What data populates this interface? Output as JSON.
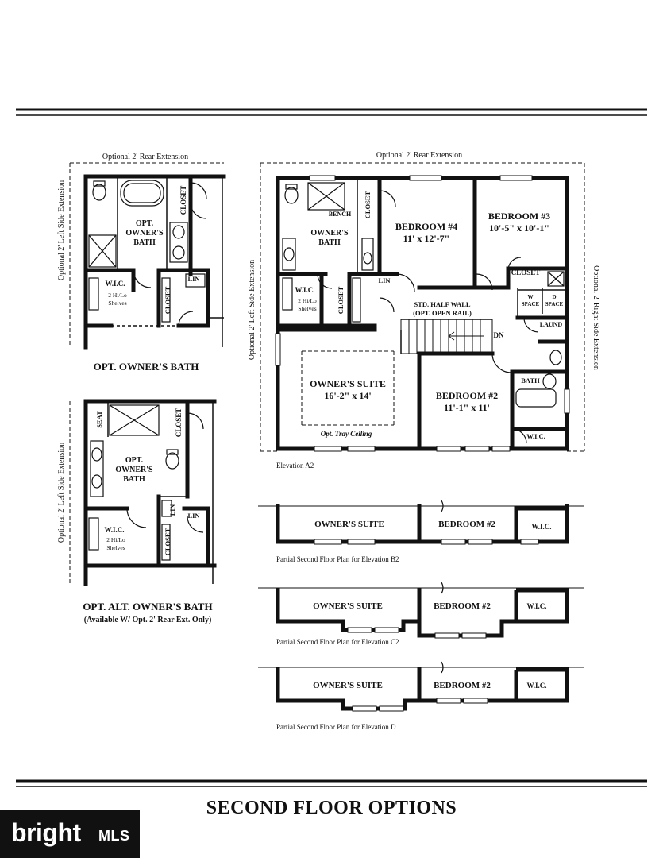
{
  "page_title": "SECOND FLOOR OPTIONS",
  "logo": {
    "brand": "bright",
    "suffix": "MLS"
  },
  "owners_bath": {
    "caption": "OPT. OWNER'S BATH",
    "rear_ext": "Optional 2' Rear Extension",
    "side_ext": "Optional 2' Left Side Extension",
    "bath_label": [
      "OPT.",
      "OWNER'S",
      "BATH"
    ],
    "closet": "CLOSET",
    "wic": "W.I.C.",
    "shelves": [
      "2 Hi/Lo",
      "Shelves"
    ],
    "lin": "LIN"
  },
  "alt_owners_bath": {
    "caption": "OPT. ALT. OWNER'S BATH",
    "note": "(Available W/ Opt. 2' Rear Ext. Only)",
    "side_ext": "Optional 2' Left Side Extension",
    "seat": "SEAT",
    "bath_label": [
      "OPT.",
      "OWNER'S",
      "BATH"
    ],
    "closet": "CLOSET",
    "wic": "W.I.C.",
    "shelves": [
      "2 Hi/Lo",
      "Shelves"
    ],
    "lin": "LIN"
  },
  "main_plan": {
    "rear_ext": "Optional 2' Rear Extension",
    "left_ext": "Optional 2' Left Side Extension",
    "right_ext": "Optional 2' Right Side Extension",
    "bench": "BENCH",
    "closet": "CLOSET",
    "owners_bath": [
      "OWNER'S",
      "BATH"
    ],
    "bedroom4": {
      "name": "BEDROOM #4",
      "size": "11' x 12'-7\""
    },
    "bedroom3": {
      "name": "BEDROOM #3",
      "size": "10'-5\" x 10'-1\""
    },
    "wic": "W.I.C.",
    "shelves": [
      "2 Hi/Lo",
      "Shelves"
    ],
    "lin": "LIN",
    "half_wall": [
      "STD. HALF WALL",
      "(OPT. OPEN RAIL)"
    ],
    "dn": "DN",
    "w_space": [
      "W",
      "SPACE"
    ],
    "d_space": [
      "D",
      "SPACE"
    ],
    "laund": "LAUND",
    "bath": "BATH",
    "owners_suite": {
      "name": "OWNER'S SUITE",
      "size": "16'-2\" x 14'",
      "note": "Opt. Tray Ceiling"
    },
    "bedroom2": {
      "name": "BEDROOM #2",
      "size": "11'-1\" x 11'"
    },
    "wic2": "W.I.C.",
    "elevation": "Elevation A2"
  },
  "partials": [
    {
      "owners_suite": "OWNER'S SUITE",
      "bedroom": "BEDROOM #2",
      "wic": "W.I.C.",
      "caption": "Partial Second Floor Plan for Elevation B2"
    },
    {
      "owners_suite": "OWNER'S SUITE",
      "bedroom": "BEDROOM #2",
      "wic": "W.I.C.",
      "caption": "Partial Second Floor Plan for Elevation C2"
    },
    {
      "owners_suite": "OWNER'S SUITE",
      "bedroom": "BEDROOM #2",
      "wic": "W.I.C.",
      "caption": "Partial Second Floor Plan for Elevation D"
    }
  ]
}
